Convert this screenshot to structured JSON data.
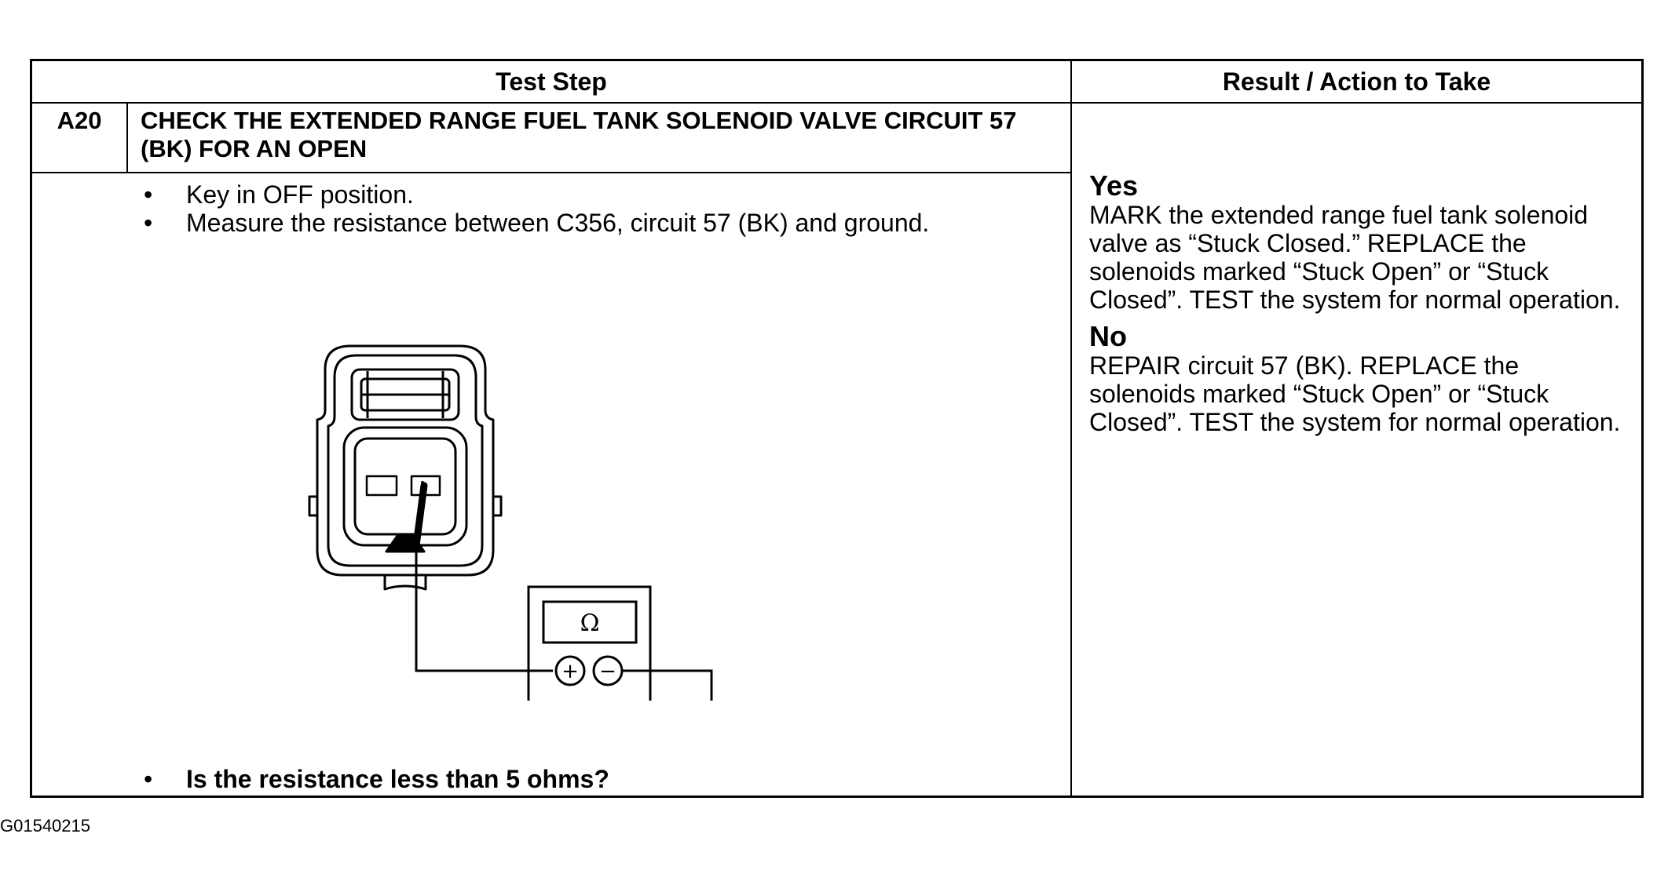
{
  "table": {
    "header_left": "Test Step",
    "header_right": "Result / Action to Take",
    "step_number": "A20",
    "step_title": "CHECK THE EXTENDED RANGE FUEL TANK SOLENOID VALVE CIRCUIT 57 (BK) FOR AN OPEN",
    "bullets": [
      "Key in OFF position.",
      "Measure the resistance between C356, circuit 57 (BK) and ground."
    ],
    "question": "Is the resistance less than 5 ohms?"
  },
  "results": [
    {
      "label": "Yes",
      "text": "MARK the extended range fuel tank solenoid valve as “Stuck Closed.” REPLACE the solenoids marked “Stuck Open” or “Stuck Closed”. TEST the system for normal operation."
    },
    {
      "label": "No",
      "text": "REPAIR circuit 57 (BK). REPLACE the solenoids marked “Stuck Open” or “Stuck Closed”. TEST the system for normal operation."
    }
  ],
  "diagram": {
    "meter_symbol": "Ω",
    "plus_symbol": "+",
    "minus_symbol": "−",
    "icons": [
      "connector-c356-icon",
      "ohmmeter-icon",
      "ground-symbol-icon"
    ]
  },
  "figure_id": "G01540215"
}
